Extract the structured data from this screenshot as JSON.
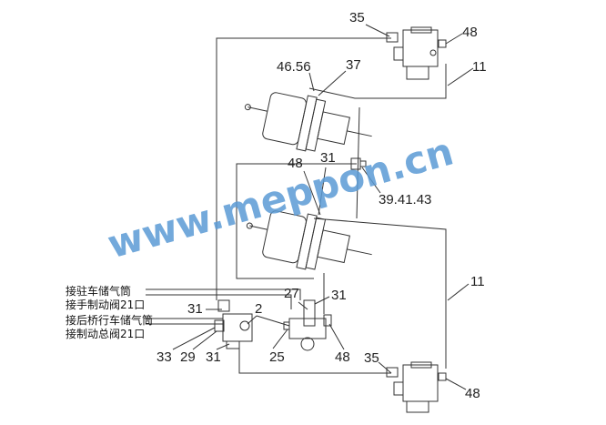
{
  "watermark": "www.meppon.cn",
  "notes": [
    "接驻车储气筒",
    "接手制动阀21口",
    "接后桥行车储气筒",
    "接制动总阀21口"
  ],
  "callouts": {
    "c35_top": "35",
    "c48_top": "48",
    "c11_top": "11",
    "c4656": "46.56",
    "c37": "37",
    "c394143": "39.41.43",
    "c48_mid": "48",
    "c31_mid": "31",
    "c11_bot": "11",
    "c27": "27",
    "c31_relay": "31",
    "c31_left_top": "31",
    "c2": "2",
    "c33": "33",
    "c29": "29",
    "c31_left_bot": "31",
    "c25": "25",
    "c48_relay": "48",
    "c35_bot": "35",
    "c48_bot": "48"
  },
  "colors": {
    "line": "#333333",
    "watermark": "#5b9bd5"
  }
}
